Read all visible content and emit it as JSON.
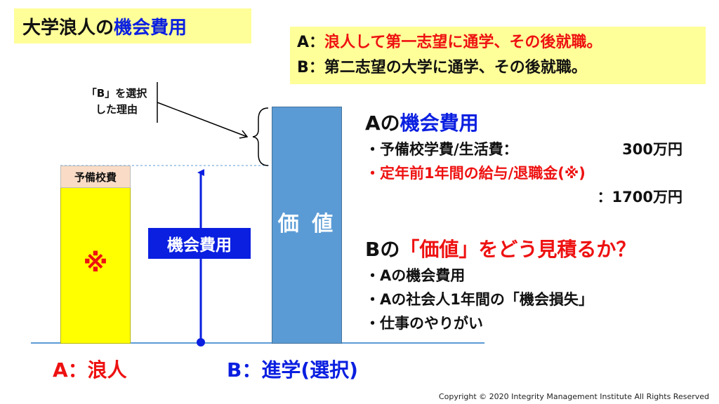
{
  "title": {
    "prefix": "大学浪人の",
    "highlight": "機会費用"
  },
  "legend": {
    "a_prefix": "A：",
    "a_text": "浪人して第一志望に通学、その後就職。",
    "b_prefix": "B：",
    "b_text": "第二志望の大学に通学、その後就職。"
  },
  "reason_label": {
    "line1": "「B」を選択",
    "line2": "した理由"
  },
  "diagram": {
    "bar_a_top_label": "予備校費",
    "bar_a_mark": "※",
    "bar_b_label": "価 値",
    "arrow_label": "機会費用",
    "x_label_a": "A：浪人",
    "x_label_b": "B：進学(選択)"
  },
  "panel": {
    "heading_a_prefix": "Aの",
    "heading_a_highlight": "機会費用",
    "a_item1_label": "・予備校学費/生活費：",
    "a_item1_value": "300万円",
    "a_item2": "・定年前1年間の給与/退職金(※)",
    "a_item2_value": "：1700万円",
    "heading_b_prefix": "Bの",
    "heading_b_highlight": "「価値」をどう見積るか？",
    "b_items": [
      "・Aの機会費用",
      "・Aの社会人1年間の「機会損失」",
      "・仕事のやりがい"
    ]
  },
  "copyright": "Copyright © 2020  Integrity Management Institute All Rights Reserved",
  "colors": {
    "yellow_box": "#ffff99",
    "red": "#ee1111",
    "blue": "#0a1fe0",
    "bar_b": "#5b9bd5",
    "bar_a": "#ffff00"
  }
}
